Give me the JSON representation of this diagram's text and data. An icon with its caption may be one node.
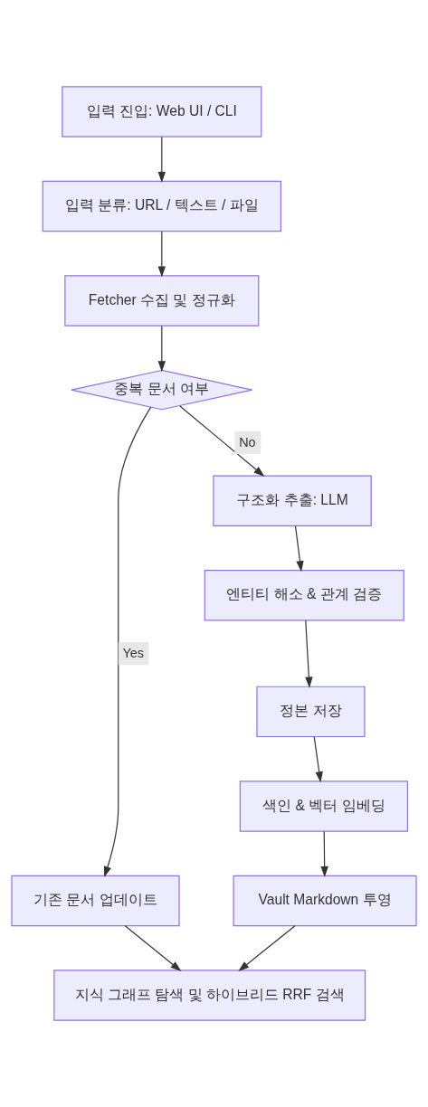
{
  "diagram": {
    "nodes": [
      {
        "text": [
          "입력 진입: Web UI / CLI"
        ]
      },
      {
        "text": [
          "입력 분류: URL / 텍스트 / 파일"
        ]
      },
      {
        "text": [
          "Fetcher 수집 및 정규화"
        ]
      },
      {
        "text": [
          "중복 문서 여부"
        ]
      },
      {
        "text": [
          "구조화 추출: LLM"
        ]
      },
      {
        "text": [
          "엔티티 해소 & 관계 검증"
        ]
      },
      {
        "text": [
          "정본 저장"
        ]
      },
      {
        "text": [
          "색인 & 벡터 임베딩"
        ]
      },
      {
        "text": [
          "기존 문서 업데이트"
        ]
      },
      {
        "text": [
          "Vault Markdown 투영"
        ]
      },
      {
        "text": [
          "지식 그래프 탐색 및 하이브리드 RRF 검색"
        ]
      }
    ],
    "edges": [
      {
        "from": 0,
        "to": 1,
        "arrow": "to"
      },
      {
        "from": 1,
        "to": 2,
        "arrow": "to"
      },
      {
        "from": 2,
        "to": 3,
        "arrow": "to"
      },
      {
        "from": 3,
        "to": 8,
        "arrow": "to",
        "label": "Yes"
      },
      {
        "from": 3,
        "to": 4,
        "arrow": "to",
        "label": "No"
      },
      {
        "from": 4,
        "to": 5,
        "arrow": "to"
      },
      {
        "from": 5,
        "to": 6,
        "arrow": "to"
      },
      {
        "from": 6,
        "to": 7,
        "arrow": "to"
      },
      {
        "from": 7,
        "to": 9,
        "arrow": "to"
      },
      {
        "from": 8,
        "to": 10,
        "arrow": "to"
      },
      {
        "from": 9,
        "to": 10,
        "arrow": "to"
      }
    ]
  }
}
